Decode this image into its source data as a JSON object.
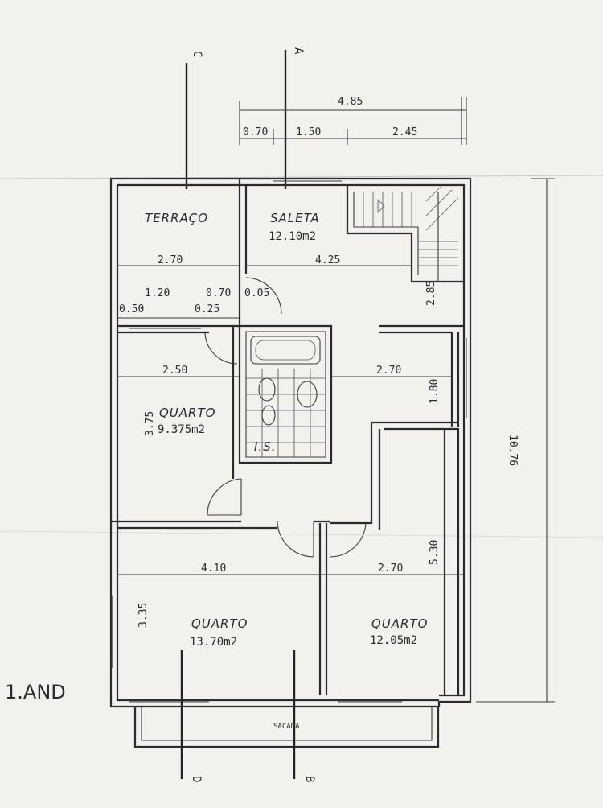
{
  "plan": {
    "floor_label": "1.AND",
    "balcony_label": "SACADA",
    "axes": {
      "a": "A",
      "b": "B",
      "c": "C",
      "d": "D"
    },
    "top_dims": {
      "total": "4.85",
      "d1": "0.70",
      "d2": "1.50",
      "d3": "2.45"
    },
    "right_total": "10.76",
    "rooms": {
      "terraco": {
        "name": "TERRAÇO"
      },
      "saleta": {
        "name": "SALETA",
        "area": "12.10m2"
      },
      "quarto_small": {
        "name": "QUARTO",
        "area": "9.375m2"
      },
      "quarto_left": {
        "name": "QUARTO",
        "area": "13.70m2"
      },
      "quarto_right": {
        "name": "QUARTO",
        "area": "12.05m2"
      },
      "bath": {
        "name": "I.S."
      }
    },
    "dims": {
      "terraco_w": "2.70",
      "saleta_w": "4.25",
      "stair_h": "2.85",
      "d120": "1.20",
      "d070": "0.70",
      "d005": "0.05",
      "d050": "0.50",
      "d025": "0.25",
      "quarto_small_w": "2.50",
      "quarto_small_h": "3.75",
      "hall_w": "2.70",
      "hall_h": "1.80",
      "quarto_left_w": "4.10",
      "quarto_right_w": "2.70",
      "right_wing_h": "5.30",
      "quarto_left_h": "3.35"
    }
  }
}
